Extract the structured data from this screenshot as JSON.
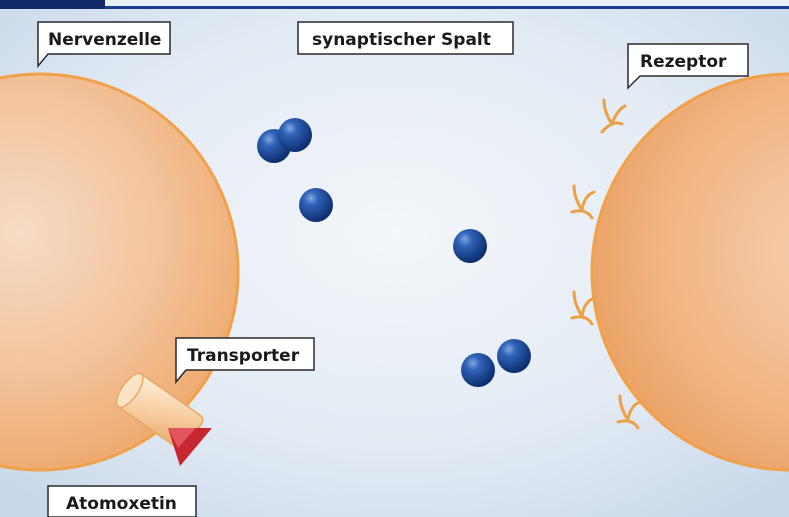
{
  "header": {
    "title": "synaptischer Spalt"
  },
  "labels": {
    "nerve_cell": "Nervenzelle",
    "cleft": "synaptischer Spalt",
    "receptor": "Rezeptor",
    "transporter": "Transporter",
    "atomoxetine": "Atomoxetin"
  },
  "colors": {
    "background": "#dfe8f2",
    "cell_fill": "#f1ba8c",
    "cell_border": "#f0a14b",
    "neurotransmitter": "#1f4f9c",
    "header_bar": "#1d3f8f",
    "drug": "#c8262f"
  }
}
